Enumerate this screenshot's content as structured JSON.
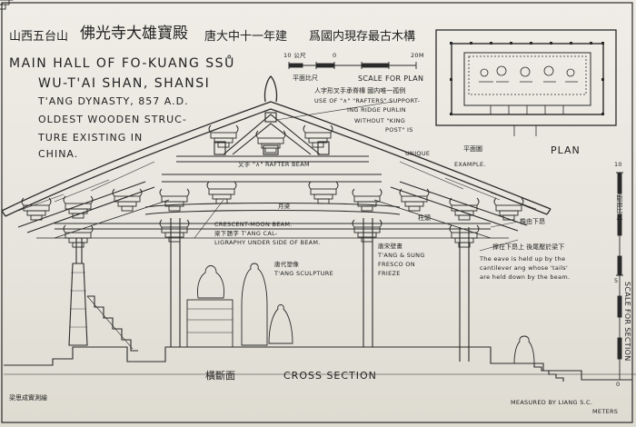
{
  "header": {
    "cn_location": "山西五台山",
    "cn_temple": "佛光寺大雄寶殿",
    "cn_dynasty": "唐大中十一年建",
    "cn_note": "爲國内現存最古木構"
  },
  "title_block": {
    "line1": "MAIN HALL OF FO-KUANG SSŮ",
    "line2": "WU-T'AI SHAN, SHANSI",
    "line3": "T'ANG DYNASTY, 857 A.D.",
    "line4": "OLDEST WOODEN STRUC-",
    "line5": "TURE EXISTING IN",
    "line6": "CHINA."
  },
  "scale_bar": {
    "left_label": "10 公尺",
    "zero": "0",
    "right_label": "20M",
    "cn_label": "平面比尺",
    "en_label": "SCALE FOR PLAN"
  },
  "ridge_note": {
    "cn": "人字形叉手承脊槫 國内唯一孤例",
    "line1": "USE OF \"∧\" \"RAFTERS\" SUPPORT-",
    "line2": "ING RIDGE PURLIN",
    "line3": "WITHOUT \"KING",
    "line4": "POST\" IS",
    "line5": "UNIQUE",
    "line6": "EXAMPLE."
  },
  "plan": {
    "cn": "平面圖",
    "en": "PLAN"
  },
  "annotations": {
    "cn_rafter_beam": "叉手 \"∧\" RAFTER BEAM",
    "crescent_cn": "月梁",
    "crescent_1": "CRESCENT-MOON BEAM.",
    "crescent_2": "梁下題字 T'ANG CAL-",
    "crescent_3": "LIGRAPHY UNDER SIDE OF BEAM.",
    "sculpture_cn": "唐代塑像",
    "sculpture_en": "T'ANG SCULPTURE",
    "fresco_cn": "唐宋壁畫",
    "fresco_1": "T'ANG & SUNG",
    "fresco_2": "FRESCO ON",
    "fresco_3": "FRIEZE",
    "eave_cn": "檐由下昂",
    "eave_cn2": "撑在下昂上 後尾壓於梁下",
    "eave_1": "The eave is held up by the",
    "eave_2": "cantilever ang whose 'tails'",
    "eave_3": "are held down by the beam.",
    "tie_cn": "柱頭"
  },
  "section": {
    "cn": "橫斷面",
    "en": "CROSS SECTION"
  },
  "elevation_scale": {
    "top": "10",
    "mid": "5",
    "zero": "0",
    "cn": "斷面比尺",
    "en": "SCALE FOR SECTION",
    "meters": "METERS"
  },
  "credits": {
    "drawn": "梁思成實測繪",
    "measured": "MEASURED BY LIANG S.C."
  },
  "colors": {
    "ink": "#2a2a2a",
    "paper": "#ebe9e1"
  }
}
